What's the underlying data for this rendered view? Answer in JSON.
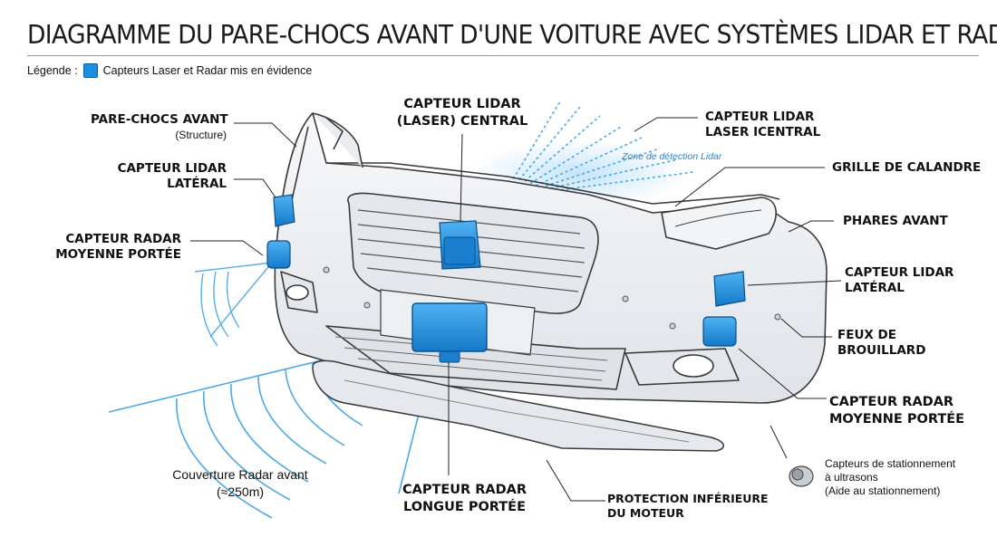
{
  "title": "DIAGRAMME DU PARE-CHOCS AVANT D'UNE VOITURE AVEC SYSTÈMES LIDAR ET RADAR",
  "legend": {
    "prefix": "Légende :",
    "text": "Capteurs Laser et Radar mis en évidence",
    "color": "#1a8ee0"
  },
  "colors": {
    "sensor": "#1a8ee0",
    "sensor_dark": "#0b5fa5",
    "beam": "#3aa0e6",
    "body": "#eef0f3",
    "outline": "#333333"
  },
  "labels": {
    "bumper": {
      "line1": "PARE-CHOCS AVANT",
      "line2": "(Structure)"
    },
    "lidar_left": {
      "line1": "CAPTEUR LIDAR",
      "line2": "LATÉRAL"
    },
    "radar_left": {
      "line1": "CAPTEUR RADAR",
      "line2": "MOYENNE PORTÉE"
    },
    "lidar_central": {
      "line1": "CAPTEUR LIDAR",
      "line2": "(LASER) CENTRAL"
    },
    "lidar_laser_central": {
      "line1": "CAPTEUR LIDAR",
      "line2": "LASER ICENTRAL"
    },
    "lidar_zone": "Zone de détection Lidar",
    "grille": "GRILLE DE CALANDRE",
    "phares": "PHARES AVANT",
    "lidar_right": {
      "line1": "CAPTEUR LIDAR",
      "line2": "LATÉRAL"
    },
    "fog": {
      "line1": "FEUX DE",
      "line2": "BROUILLARD"
    },
    "radar_right": {
      "line1": "CAPTEUR RADAR",
      "line2": "MOYENNE PORTÉE"
    },
    "parking": {
      "line1": "Capteurs de stationnement",
      "line2": "à ultrasons",
      "line3": "(Aide au stationnement)"
    },
    "radar_long": {
      "line1": "CAPTEUR RADAR",
      "line2": "LONGUE PORTÉE"
    },
    "engine_guard": {
      "line1": "PROTECTION INFÉRIEURE",
      "line2": "DU MOTEUR"
    },
    "coverage": {
      "line1": "Couverture Radar avant",
      "line2": "(≈250m)"
    }
  }
}
